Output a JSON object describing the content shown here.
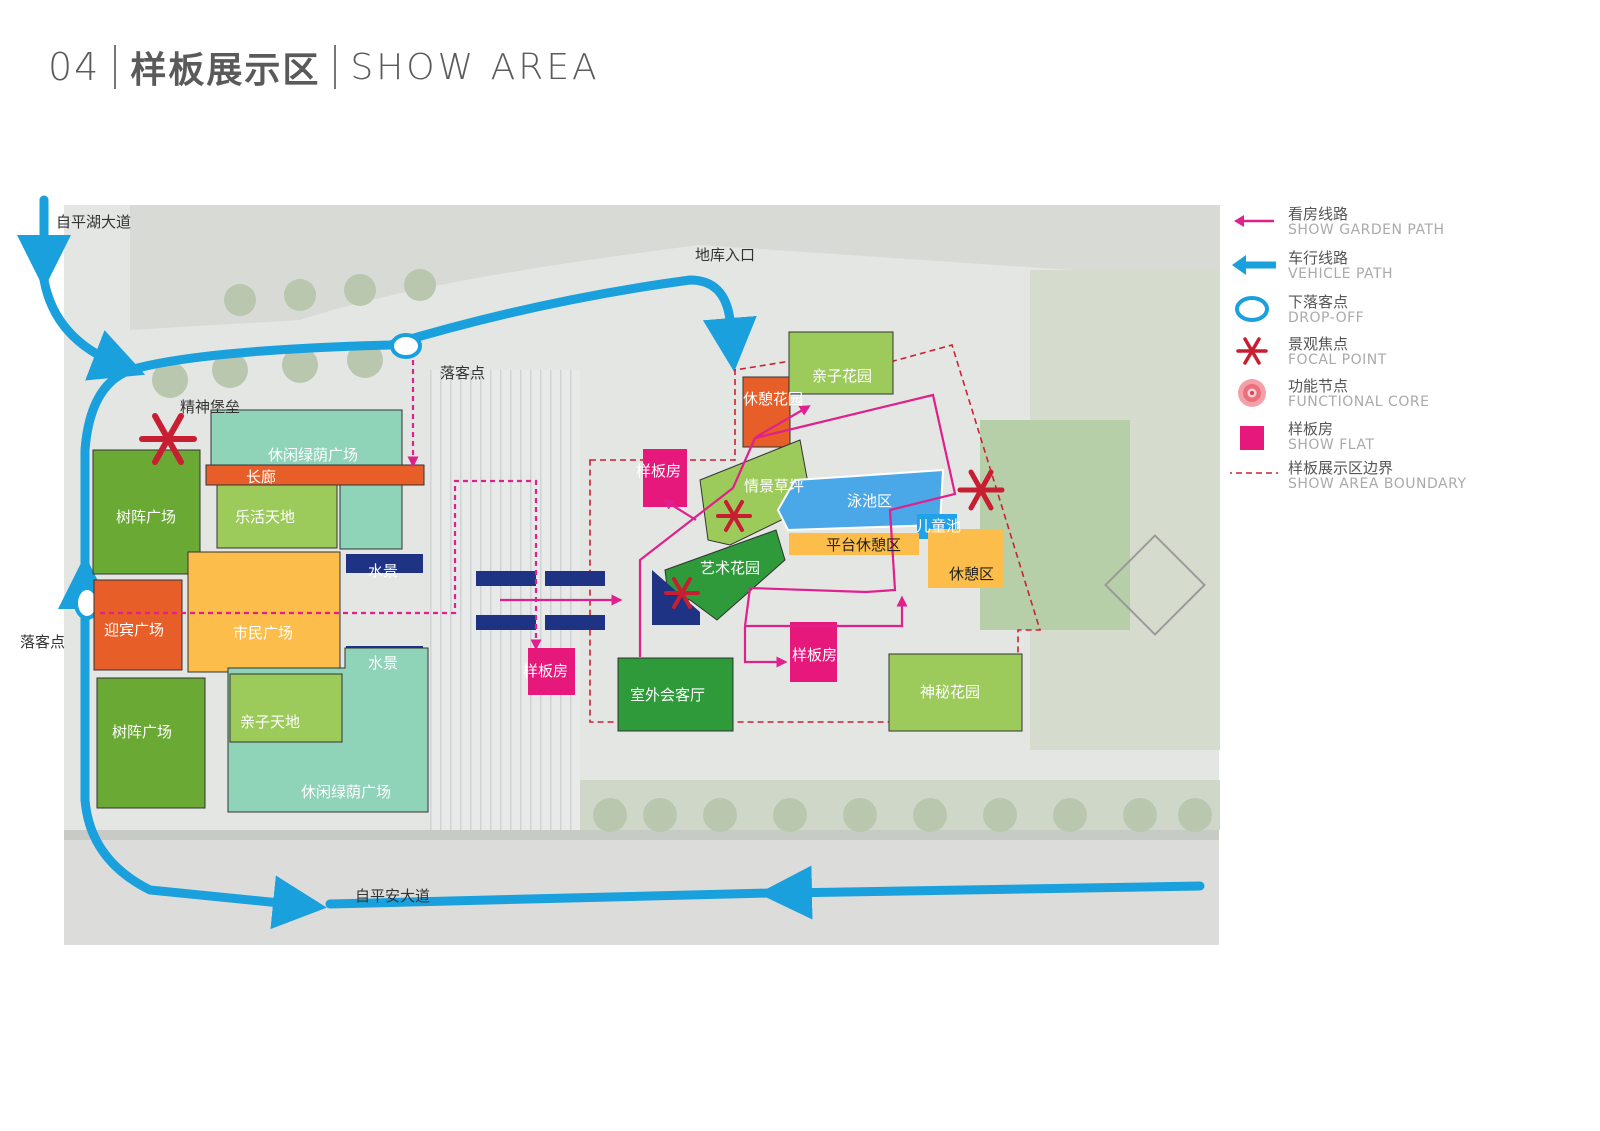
{
  "header": {
    "number": "04",
    "title_cn": "样板展示区",
    "title_en": "SHOW AREA"
  },
  "map_labels": {
    "road_pinghu": "自平湖大道",
    "road_pingan": "自平安大道",
    "garage_entry": "地库入口",
    "dropoff_top": "落客点",
    "dropoff_left": "落客点",
    "spirit_fort": "精神堡垒"
  },
  "zones": {
    "leisure_plaza_top": "休闲绿荫广场",
    "corridor": "长廊",
    "tree_plaza_top": "树阵广场",
    "happy_land": "乐活天地",
    "water_top": "水景",
    "welcome_plaza": "迎宾广场",
    "civic_plaza": "市民广场",
    "water_bottom": "水景",
    "family_land": "亲子天地",
    "tree_plaza_bottom": "树阵广场",
    "leisure_plaza_bottom": "休闲绿荫广场",
    "show_flat_mid": "样板房",
    "show_flat_top": "样板房",
    "rest_garden": "休憩花园",
    "family_garden": "亲子花园",
    "lawn": "情景草坪",
    "pool": "泳池区",
    "kids_pool": "儿童池",
    "terrace_rest": "平台休憩区",
    "rest_area": "休憩区",
    "art_garden": "艺术花园",
    "show_flat_bottom": "样板房",
    "outdoor_lounge": "室外会客厅",
    "secret_garden": "神秘花园"
  },
  "legend": [
    {
      "icon": "arrow-left-magenta-icon",
      "cn": "看房线路",
      "en": "SHOW GARDEN PATH"
    },
    {
      "icon": "arrow-left-blue-icon",
      "cn": "车行线路",
      "en": "VEHICLE PATH"
    },
    {
      "icon": "ellipse-blue-icon",
      "cn": "下落客点",
      "en": "DROP-OFF"
    },
    {
      "icon": "asterisk-red-icon",
      "cn": "景观焦点",
      "en": "FOCAL POINT"
    },
    {
      "icon": "target-red-icon",
      "cn": "功能节点",
      "en": "FUNCTIONAL CORE"
    },
    {
      "icon": "square-magenta-icon",
      "cn": "样板房",
      "en": "SHOW FLAT"
    },
    {
      "icon": "dashed-line-red-icon",
      "cn": "样板展示区边界",
      "en": "SHOW AREA BOUNDARY"
    }
  ],
  "colors": {
    "vehicle_path": "#1aa0dc",
    "show_path": "#e0208c",
    "boundary": "#cc2233",
    "focal": "#c81e32",
    "show_flat": "#e6187c",
    "green_light": "#9ccb5c",
    "green_dark": "#2e9a3a",
    "green_mid": "#6aaa34",
    "mint": "#8fd3b8",
    "orange": "#e85e28",
    "yellow": "#fcbd4a",
    "navy": "#1e3384",
    "pool": "#4aa8e8"
  }
}
